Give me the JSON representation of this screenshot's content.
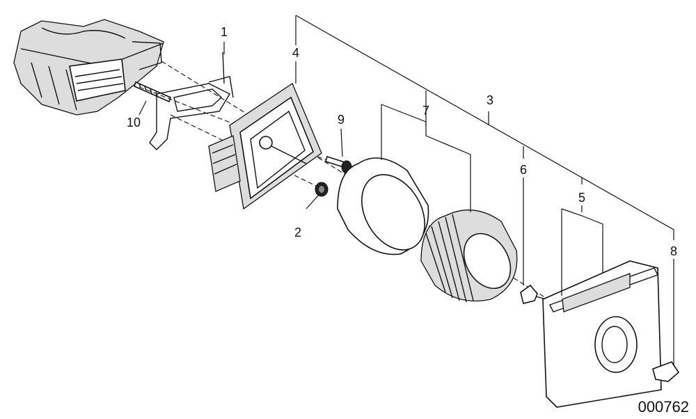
{
  "figure_id": "000762",
  "callouts": [
    {
      "id": "1",
      "label": "1"
    },
    {
      "id": "2",
      "label": "2"
    },
    {
      "id": "3",
      "label": "3"
    },
    {
      "id": "4",
      "label": "4"
    },
    {
      "id": "5",
      "label": "5"
    },
    {
      "id": "6",
      "label": "6"
    },
    {
      "id": "7",
      "label": "7"
    },
    {
      "id": "8",
      "label": "8"
    },
    {
      "id": "9",
      "label": "9"
    },
    {
      "id": "10",
      "label": "10"
    }
  ]
}
